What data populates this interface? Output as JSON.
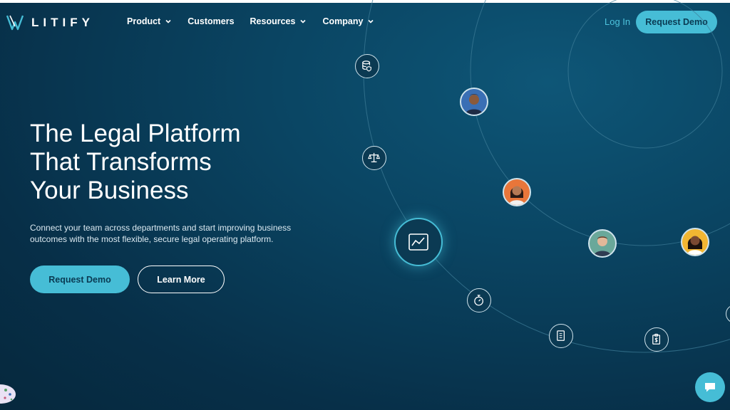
{
  "nav": {
    "logo_text": "LITIFY",
    "items": [
      {
        "label": "Product",
        "has_dropdown": true
      },
      {
        "label": "Customers",
        "has_dropdown": false
      },
      {
        "label": "Resources",
        "has_dropdown": true
      },
      {
        "label": "Company",
        "has_dropdown": true
      }
    ],
    "login_label": "Log In",
    "demo_label": "Request Demo"
  },
  "hero": {
    "title_line1": "The Legal Platform",
    "title_line2": "That Transforms",
    "title_line3": "Your Business",
    "subtitle": "Connect your team across departments and start improving business outcomes with the most flexible, secure legal operating platform.",
    "primary_cta": "Request Demo",
    "secondary_cta": "Learn More"
  },
  "colors": {
    "accent": "#46bdd6",
    "background": "#0a4563",
    "login": "#4dc3dd"
  },
  "icons": [
    "database-shield-icon",
    "scales-icon",
    "analytics-chart-icon",
    "stopwatch-icon",
    "document-list-icon",
    "clipboard-dollar-icon",
    "chat-icon",
    "cookie-icon"
  ]
}
